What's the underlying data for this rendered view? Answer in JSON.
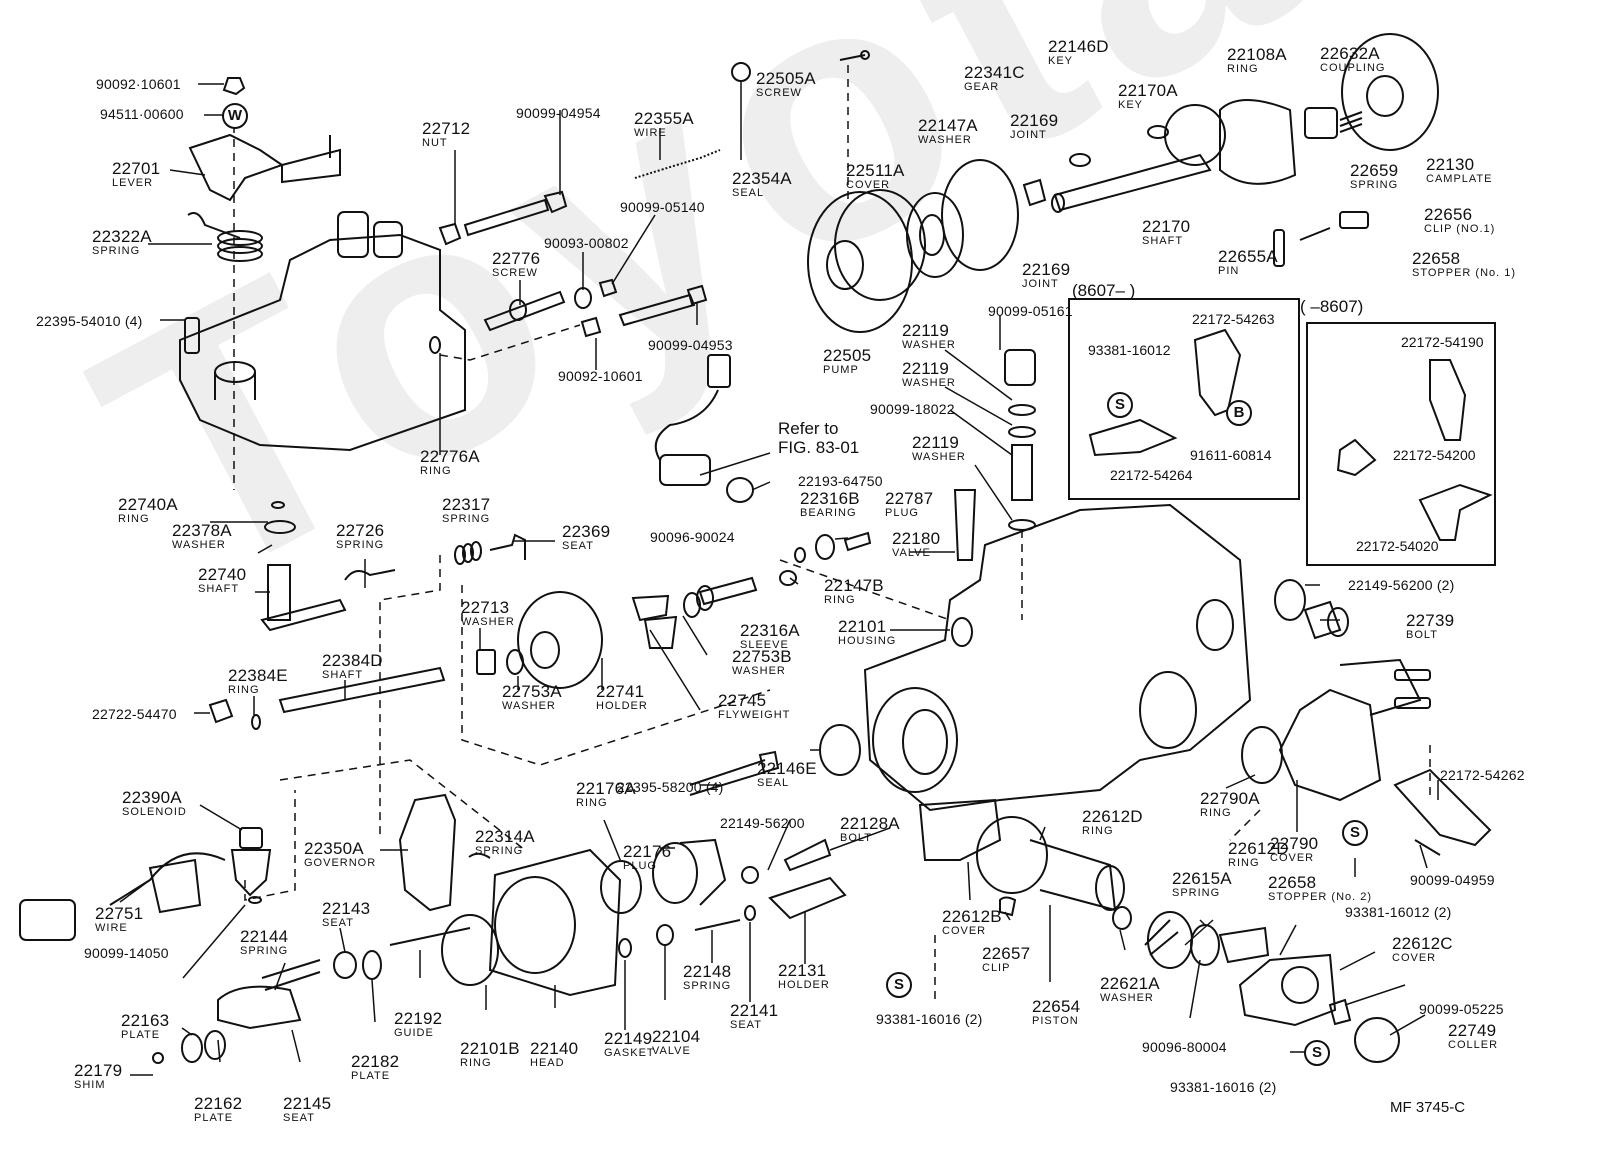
{
  "figure_id": "MF  3745-C",
  "watermark": "Toyota",
  "reference_note": {
    "line1": "Refer to",
    "line2": "FIG. 83-01"
  },
  "inset_left": {
    "title": "(8607–       )",
    "parts": [
      "22172-54263",
      "93381-16012",
      "91611-60814",
      "22172-54264"
    ],
    "symbols": [
      "S",
      "B"
    ]
  },
  "inset_right": {
    "title": "(       –8607)",
    "parts": [
      "22172-54190",
      "22172-54200",
      "22172-54020"
    ]
  },
  "symbols": {
    "washer": "W",
    "screw": "S"
  },
  "labels": [
    {
      "id": "90092-10601-top",
      "num": "90092·10601",
      "name": ""
    },
    {
      "id": "94511-00600",
      "num": "94511·00600",
      "name": ""
    },
    {
      "id": "22701",
      "num": "22701",
      "name": "LEVER"
    },
    {
      "id": "22322A",
      "num": "22322A",
      "name": "SPRING"
    },
    {
      "id": "22395-54010",
      "num": "22395-54010 (4)",
      "name": ""
    },
    {
      "id": "22712",
      "num": "22712",
      "name": "NUT"
    },
    {
      "id": "90099-04954",
      "num": "90099-04954",
      "name": ""
    },
    {
      "id": "22355A",
      "num": "22355A",
      "name": "WIRE"
    },
    {
      "id": "22354A",
      "num": "22354A",
      "name": "SEAL"
    },
    {
      "id": "90099-05140",
      "num": "90099-05140",
      "name": ""
    },
    {
      "id": "90093-00802",
      "num": "90093-00802",
      "name": ""
    },
    {
      "id": "22776",
      "num": "22776",
      "name": "SCREW"
    },
    {
      "id": "90099-04953",
      "num": "90099-04953",
      "name": ""
    },
    {
      "id": "90092-10601-mid",
      "num": "90092-10601",
      "name": ""
    },
    {
      "id": "22776A",
      "num": "22776A",
      "name": "RING"
    },
    {
      "id": "22505A",
      "num": "22505A",
      "name": "SCREW"
    },
    {
      "id": "22511A",
      "num": "22511A",
      "name": "COVER"
    },
    {
      "id": "22147A",
      "num": "22147A",
      "name": "WASHER"
    },
    {
      "id": "22341C",
      "num": "22341C",
      "name": "GEAR"
    },
    {
      "id": "22169-a",
      "num": "22169",
      "name": "JOINT"
    },
    {
      "id": "22169-b",
      "num": "22169",
      "name": "JOINT"
    },
    {
      "id": "22146D",
      "num": "22146D",
      "name": "KEY"
    },
    {
      "id": "22170A",
      "num": "22170A",
      "name": "KEY"
    },
    {
      "id": "22170",
      "num": "22170",
      "name": "SHAFT"
    },
    {
      "id": "22108A",
      "num": "22108A",
      "name": "RING"
    },
    {
      "id": "22632A",
      "num": "22632A",
      "name": "COUPLING"
    },
    {
      "id": "22659",
      "num": "22659",
      "name": "SPRING"
    },
    {
      "id": "22130",
      "num": "22130",
      "name": "CAMPLATE"
    },
    {
      "id": "22656",
      "num": "22656",
      "name": "CLIP (NO.1)"
    },
    {
      "id": "22655A",
      "num": "22655A",
      "name": "PIN"
    },
    {
      "id": "22658-1",
      "num": "22658",
      "name": "STOPPER (No. 1)"
    },
    {
      "id": "22505",
      "num": "22505",
      "name": "PUMP"
    },
    {
      "id": "90099-05161",
      "num": "90099-05161",
      "name": ""
    },
    {
      "id": "22119-a",
      "num": "22119",
      "name": "WASHER"
    },
    {
      "id": "22119-b",
      "num": "22119",
      "name": "WASHER"
    },
    {
      "id": "90099-18022",
      "num": "90099-18022",
      "name": ""
    },
    {
      "id": "22119-c",
      "num": "22119",
      "name": "WASHER"
    },
    {
      "id": "22193-64750",
      "num": "22193-64750",
      "name": ""
    },
    {
      "id": "22316B",
      "num": "22316B",
      "name": "BEARING"
    },
    {
      "id": "22787",
      "num": "22787",
      "name": "PLUG"
    },
    {
      "id": "22180",
      "num": "22180",
      "name": "VALVE"
    },
    {
      "id": "90096-90024",
      "num": "90096-90024",
      "name": ""
    },
    {
      "id": "22147B",
      "num": "22147B",
      "name": "RING"
    },
    {
      "id": "22316A",
      "num": "22316A",
      "name": "SLEEVE"
    },
    {
      "id": "22101",
      "num": "22101",
      "name": "HOUSING"
    },
    {
      "id": "22753B",
      "num": "22753B",
      "name": "WASHER"
    },
    {
      "id": "22745",
      "num": "22745",
      "name": "FLYWEIGHT"
    },
    {
      "id": "22740A",
      "num": "22740A",
      "name": "RING"
    },
    {
      "id": "22378A",
      "num": "22378A",
      "name": "WASHER"
    },
    {
      "id": "22740",
      "num": "22740",
      "name": "SHAFT"
    },
    {
      "id": "22726",
      "num": "22726",
      "name": "SPRING"
    },
    {
      "id": "22317",
      "num": "22317",
      "name": "SPRING"
    },
    {
      "id": "22369",
      "num": "22369",
      "name": "SEAT"
    },
    {
      "id": "22713",
      "num": "22713",
      "name": "WASHER"
    },
    {
      "id": "22753A",
      "num": "22753A",
      "name": "WASHER"
    },
    {
      "id": "22741",
      "num": "22741",
      "name": "HOLDER"
    },
    {
      "id": "22384E",
      "num": "22384E",
      "name": "RING"
    },
    {
      "id": "22384D",
      "num": "22384D",
      "name": "SHAFT"
    },
    {
      "id": "22722-54470",
      "num": "22722-54470",
      "name": ""
    },
    {
      "id": "22390A",
      "num": "22390A",
      "name": "SOLENOID"
    },
    {
      "id": "22350A",
      "num": "22350A",
      "name": "GOVERNOR"
    },
    {
      "id": "22314A",
      "num": "22314A",
      "name": "SPRING"
    },
    {
      "id": "22751",
      "num": "22751",
      "name": "WIRE"
    },
    {
      "id": "90099-14050",
      "num": "90099-14050",
      "name": ""
    },
    {
      "id": "22143",
      "num": "22143",
      "name": "SEAT"
    },
    {
      "id": "22144",
      "num": "22144",
      "name": "SPRING"
    },
    {
      "id": "22163",
      "num": "22163",
      "name": "PLATE"
    },
    {
      "id": "22179",
      "num": "22179",
      "name": "SHIM"
    },
    {
      "id": "22162",
      "num": "22162",
      "name": "PLATE"
    },
    {
      "id": "22145",
      "num": "22145",
      "name": "SEAT"
    },
    {
      "id": "22182",
      "num": "22182",
      "name": "PLATE"
    },
    {
      "id": "22192",
      "num": "22192",
      "name": "GUIDE"
    },
    {
      "id": "22101B",
      "num": "22101B",
      "name": "RING"
    },
    {
      "id": "22140",
      "num": "22140",
      "name": "HEAD"
    },
    {
      "id": "22176A",
      "num": "22176A",
      "name": "RING"
    },
    {
      "id": "22176",
      "num": "22176",
      "name": "PLUG"
    },
    {
      "id": "22395-58200",
      "num": "22395-58200 (4)",
      "name": ""
    },
    {
      "id": "22146E",
      "num": "22146E",
      "name": "SEAL"
    },
    {
      "id": "22149-56200",
      "num": "22149-56200",
      "name": ""
    },
    {
      "id": "22128A",
      "num": "22128A",
      "name": "BOLT"
    },
    {
      "id": "22149",
      "num": "22149",
      "name": "GASKET"
    },
    {
      "id": "22104",
      "num": "22104",
      "name": "VALVE"
    },
    {
      "id": "22148",
      "num": "22148",
      "name": "SPRING"
    },
    {
      "id": "22141",
      "num": "22141",
      "name": "SEAT"
    },
    {
      "id": "22131",
      "num": "22131",
      "name": "HOLDER"
    },
    {
      "id": "22612D-a",
      "num": "22612D",
      "name": "RING"
    },
    {
      "id": "22612B",
      "num": "22612B",
      "name": "COVER"
    },
    {
      "id": "22657",
      "num": "22657",
      "name": "CLIP"
    },
    {
      "id": "22654",
      "num": "22654",
      "name": "PISTON"
    },
    {
      "id": "22621A",
      "num": "22621A",
      "name": "WASHER"
    },
    {
      "id": "93381-16016-a",
      "num": "93381-16016 (2)",
      "name": ""
    },
    {
      "id": "22149-56200-2",
      "num": "22149-56200 (2)",
      "name": ""
    },
    {
      "id": "22739",
      "num": "22739",
      "name": "BOLT"
    },
    {
      "id": "22790A",
      "num": "22790A",
      "name": "RING"
    },
    {
      "id": "22790",
      "num": "22790",
      "name": "COVER"
    },
    {
      "id": "22172-54262",
      "num": "22172-54262",
      "name": ""
    },
    {
      "id": "90099-04959",
      "num": "90099-04959",
      "name": ""
    },
    {
      "id": "93381-16012-2",
      "num": "93381-16012 (2)",
      "name": ""
    },
    {
      "id": "22612D-b",
      "num": "22612D",
      "name": "RING"
    },
    {
      "id": "22615A",
      "num": "22615A",
      "name": "SPRING"
    },
    {
      "id": "22658-2",
      "num": "22658",
      "name": "STOPPER (No. 2)"
    },
    {
      "id": "22612C",
      "num": "22612C",
      "name": "COVER"
    },
    {
      "id": "90099-05225",
      "num": "90099-05225",
      "name": ""
    },
    {
      "id": "22749",
      "num": "22749",
      "name": "COLLER"
    },
    {
      "id": "90096-80004",
      "num": "90096-80004",
      "name": ""
    },
    {
      "id": "93381-16016-b",
      "num": "93381-16016 (2)",
      "name": ""
    }
  ]
}
